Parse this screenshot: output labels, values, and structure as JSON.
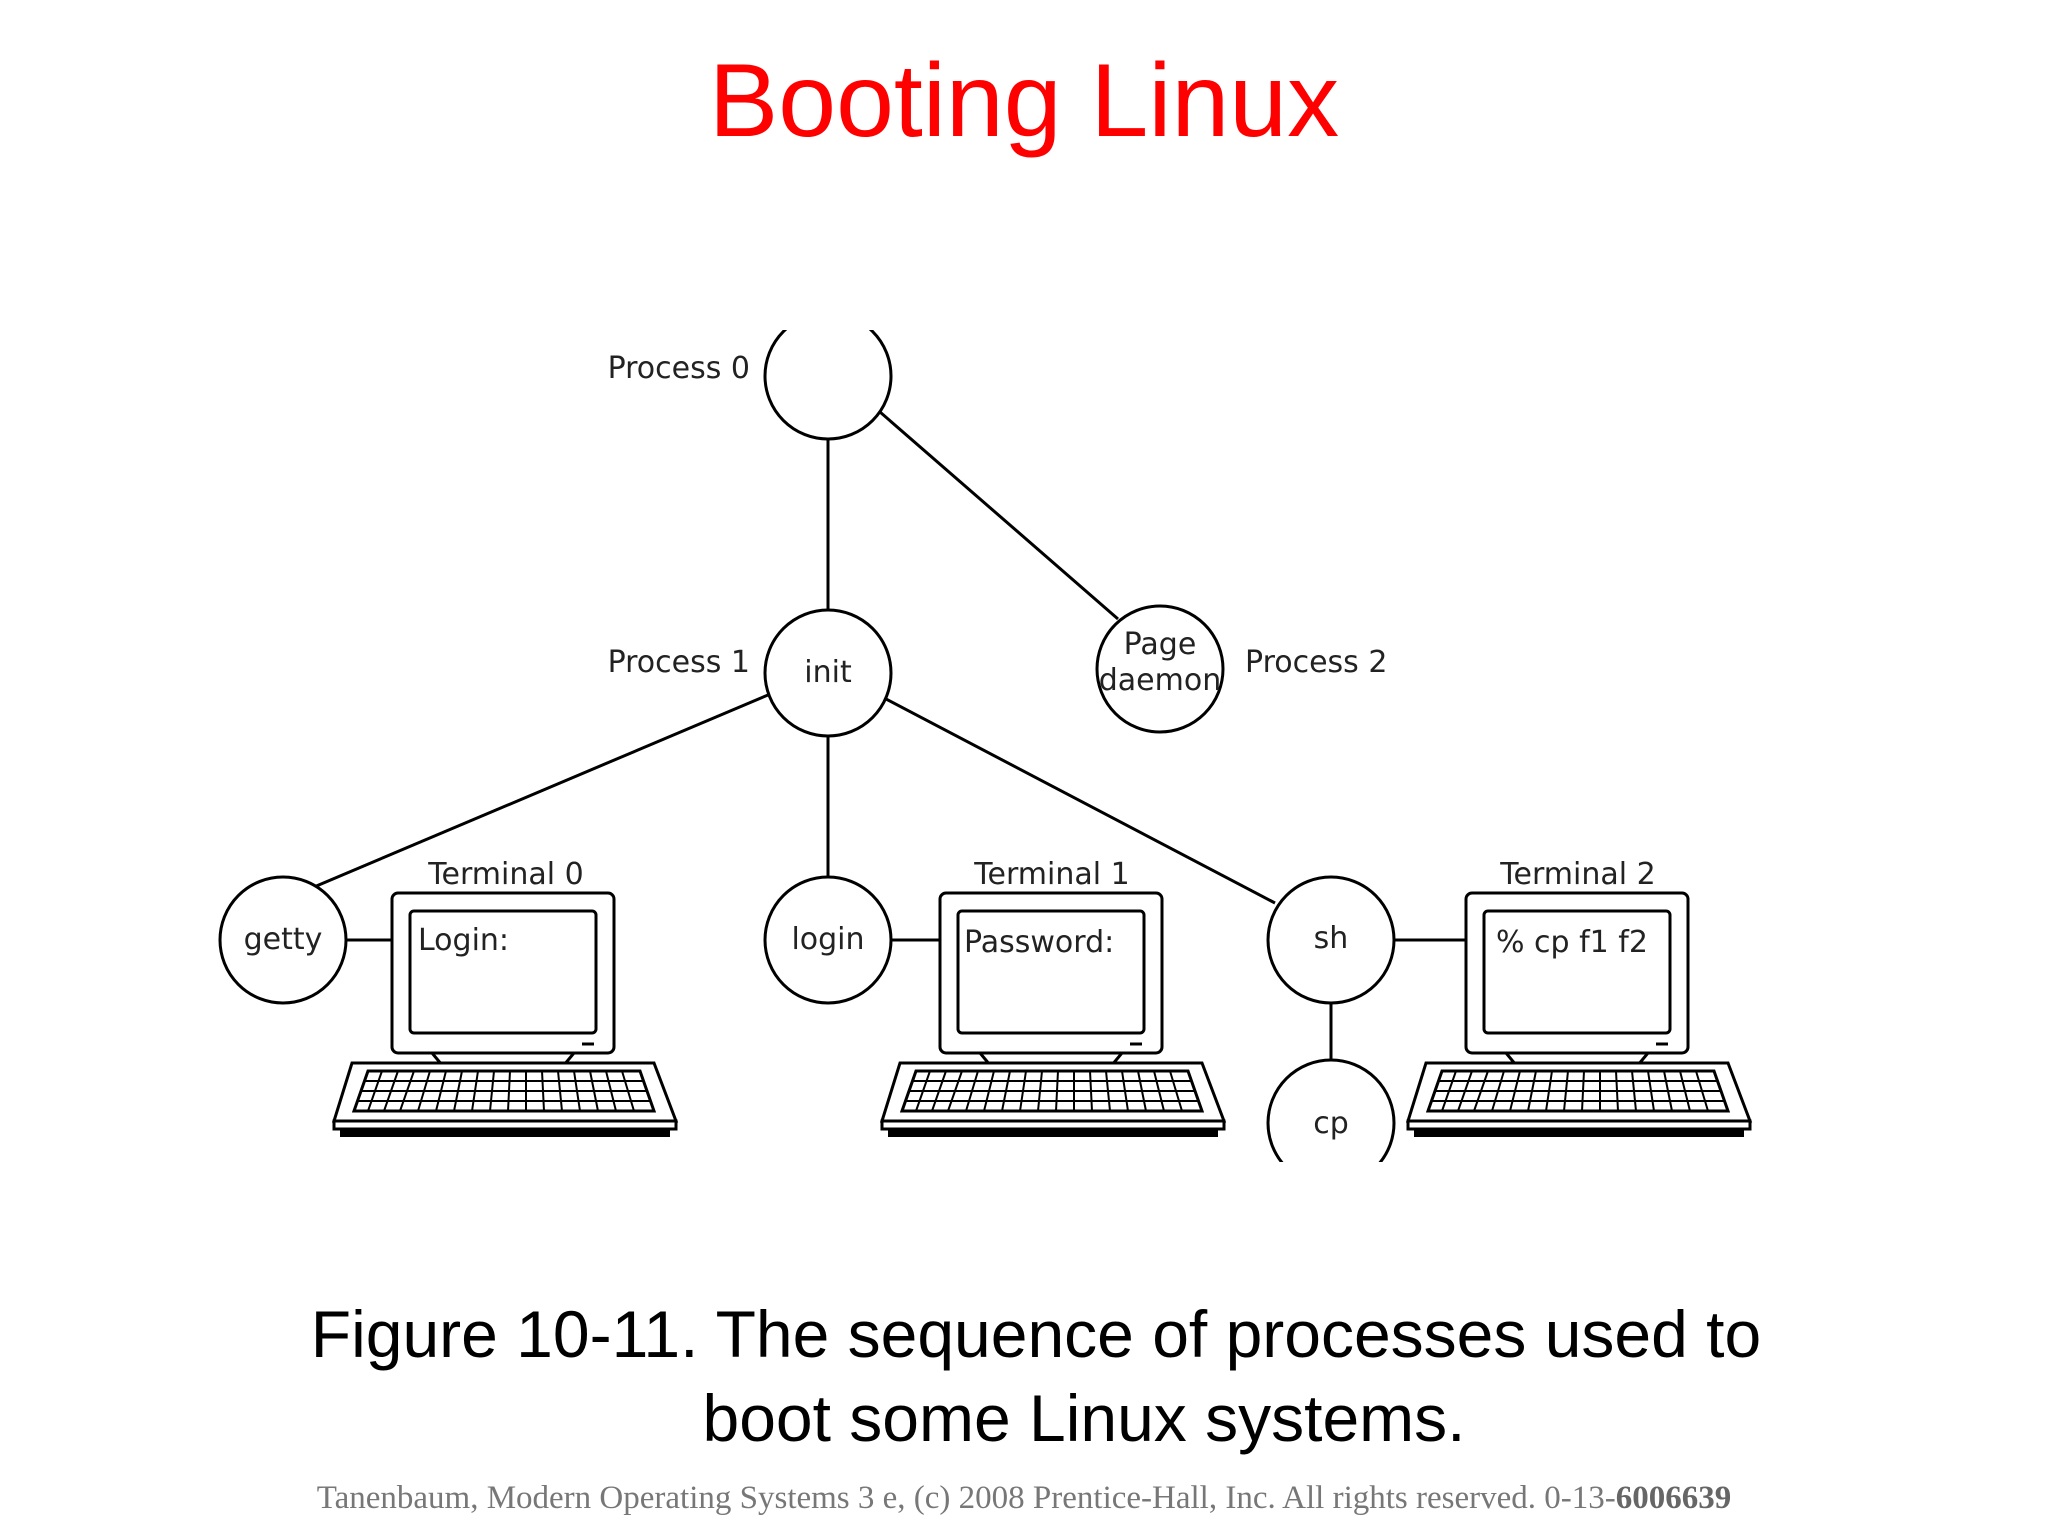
{
  "title": "Booting Linux",
  "caption": {
    "line1": "Figure 10-11. The sequence of processes used to",
    "line2": "boot some Linux systems."
  },
  "footer": {
    "text": "Tanenbaum, Modern Operating Systems 3 e, (c) 2008 Prentice-Hall, Inc. All rights reserved. 0-13-",
    "isbn_bold": "6006639"
  },
  "diagram": {
    "labels": {
      "process0": "Process 0",
      "process1": "Process 1",
      "process2": "Process 2"
    },
    "nodes": {
      "init": "init",
      "page_daemon_line1": "Page",
      "page_daemon_line2": "daemon",
      "getty": "getty",
      "login": "login",
      "sh": "sh",
      "cp": "cp"
    },
    "terminals": [
      {
        "label": "Terminal 0",
        "screen_text": "Login:"
      },
      {
        "label": "Terminal 1",
        "screen_text": "Password:"
      },
      {
        "label": "Terminal 2",
        "screen_text": "% cp f1 f2"
      }
    ]
  }
}
